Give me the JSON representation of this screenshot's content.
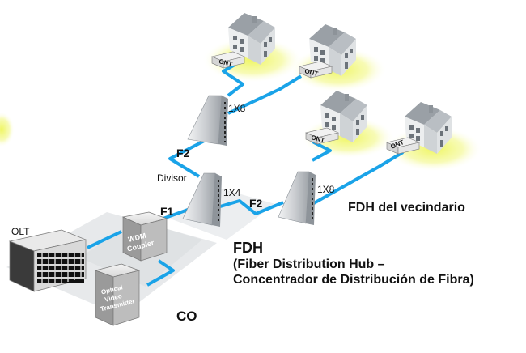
{
  "labels": {
    "olt": "OLT",
    "co": "CO",
    "wdm": [
      "WDM",
      "Coupler"
    ],
    "ovt": [
      "Optical",
      "Video",
      "Transmitter"
    ],
    "f1": "F1",
    "f2_upper": "F2",
    "f2_right": "F2",
    "divisor": "Divisor",
    "ratio_1x4": "1X4",
    "ratio_1x8_top": "1X8",
    "ratio_1x8_right": "1X8",
    "fdh_title": "FDH",
    "fdh_line2": "(Fiber Distribution Hub –",
    "fdh_line3": "Concentrador de Distribución de Fibra)",
    "neighborhood": "FDH del vecindario",
    "ont": "ONT"
  },
  "colors": {
    "fiber": "#1aa3e8",
    "glow": "#e6f24a",
    "ground": "#e3e5e7",
    "splitter": "#d2d5d8"
  }
}
